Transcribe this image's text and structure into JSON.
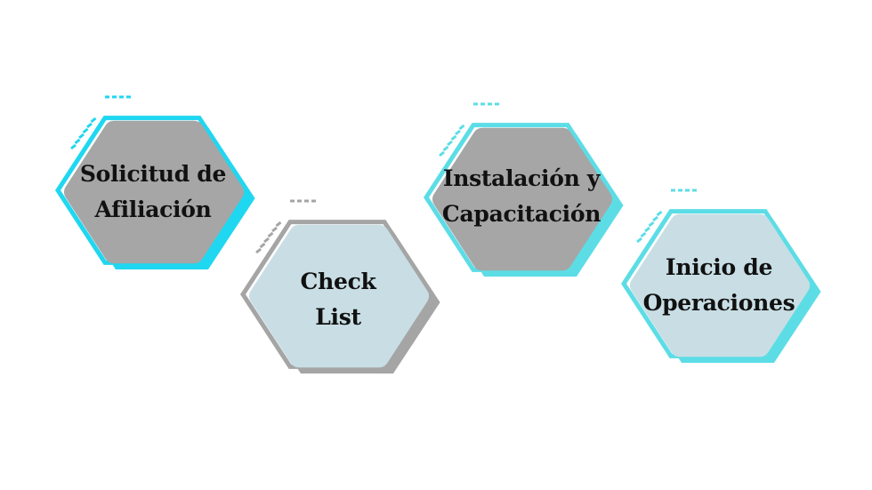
{
  "diagram": {
    "steps": [
      {
        "line1": "Solicitud de",
        "line2": "Afiliación",
        "frame_color": "#1FD7F0",
        "fill_color": "#A6A6A6"
      },
      {
        "line1": "Check",
        "line2": "List",
        "frame_color": "#A5A5A5",
        "fill_color": "#C8DEE4"
      },
      {
        "line1": "Instalación y",
        "line2": "Capacitación",
        "frame_color": "#5CDDE6",
        "fill_color": "#A6A6A6"
      },
      {
        "line1": "Inicio de",
        "line2": "Operaciones",
        "frame_color": "#5CDDE6",
        "fill_color": "#C8DEE4"
      }
    ]
  }
}
